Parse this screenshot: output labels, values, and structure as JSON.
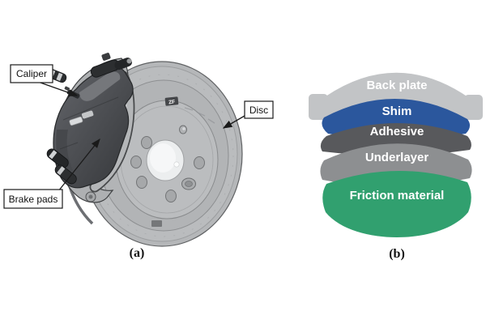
{
  "figure": {
    "background": "#ffffff",
    "panel_a": {
      "caption": "(a)",
      "labels": {
        "caliper": "Caliper",
        "disc": "Disc",
        "brake_pads": "Brake pads"
      },
      "disc_marking": "ZF"
    },
    "panel_b": {
      "caption": "(b)",
      "text_color": "#ffffff",
      "layers": [
        {
          "name": "Back plate",
          "color": "#c2c4c6"
        },
        {
          "name": "Shim",
          "color": "#2b579d"
        },
        {
          "name": "Adhesive",
          "color": "#58595c"
        },
        {
          "name": "Underlayer",
          "color": "#8d8f91"
        },
        {
          "name": "Friction material",
          "color": "#31a06f"
        }
      ]
    }
  }
}
